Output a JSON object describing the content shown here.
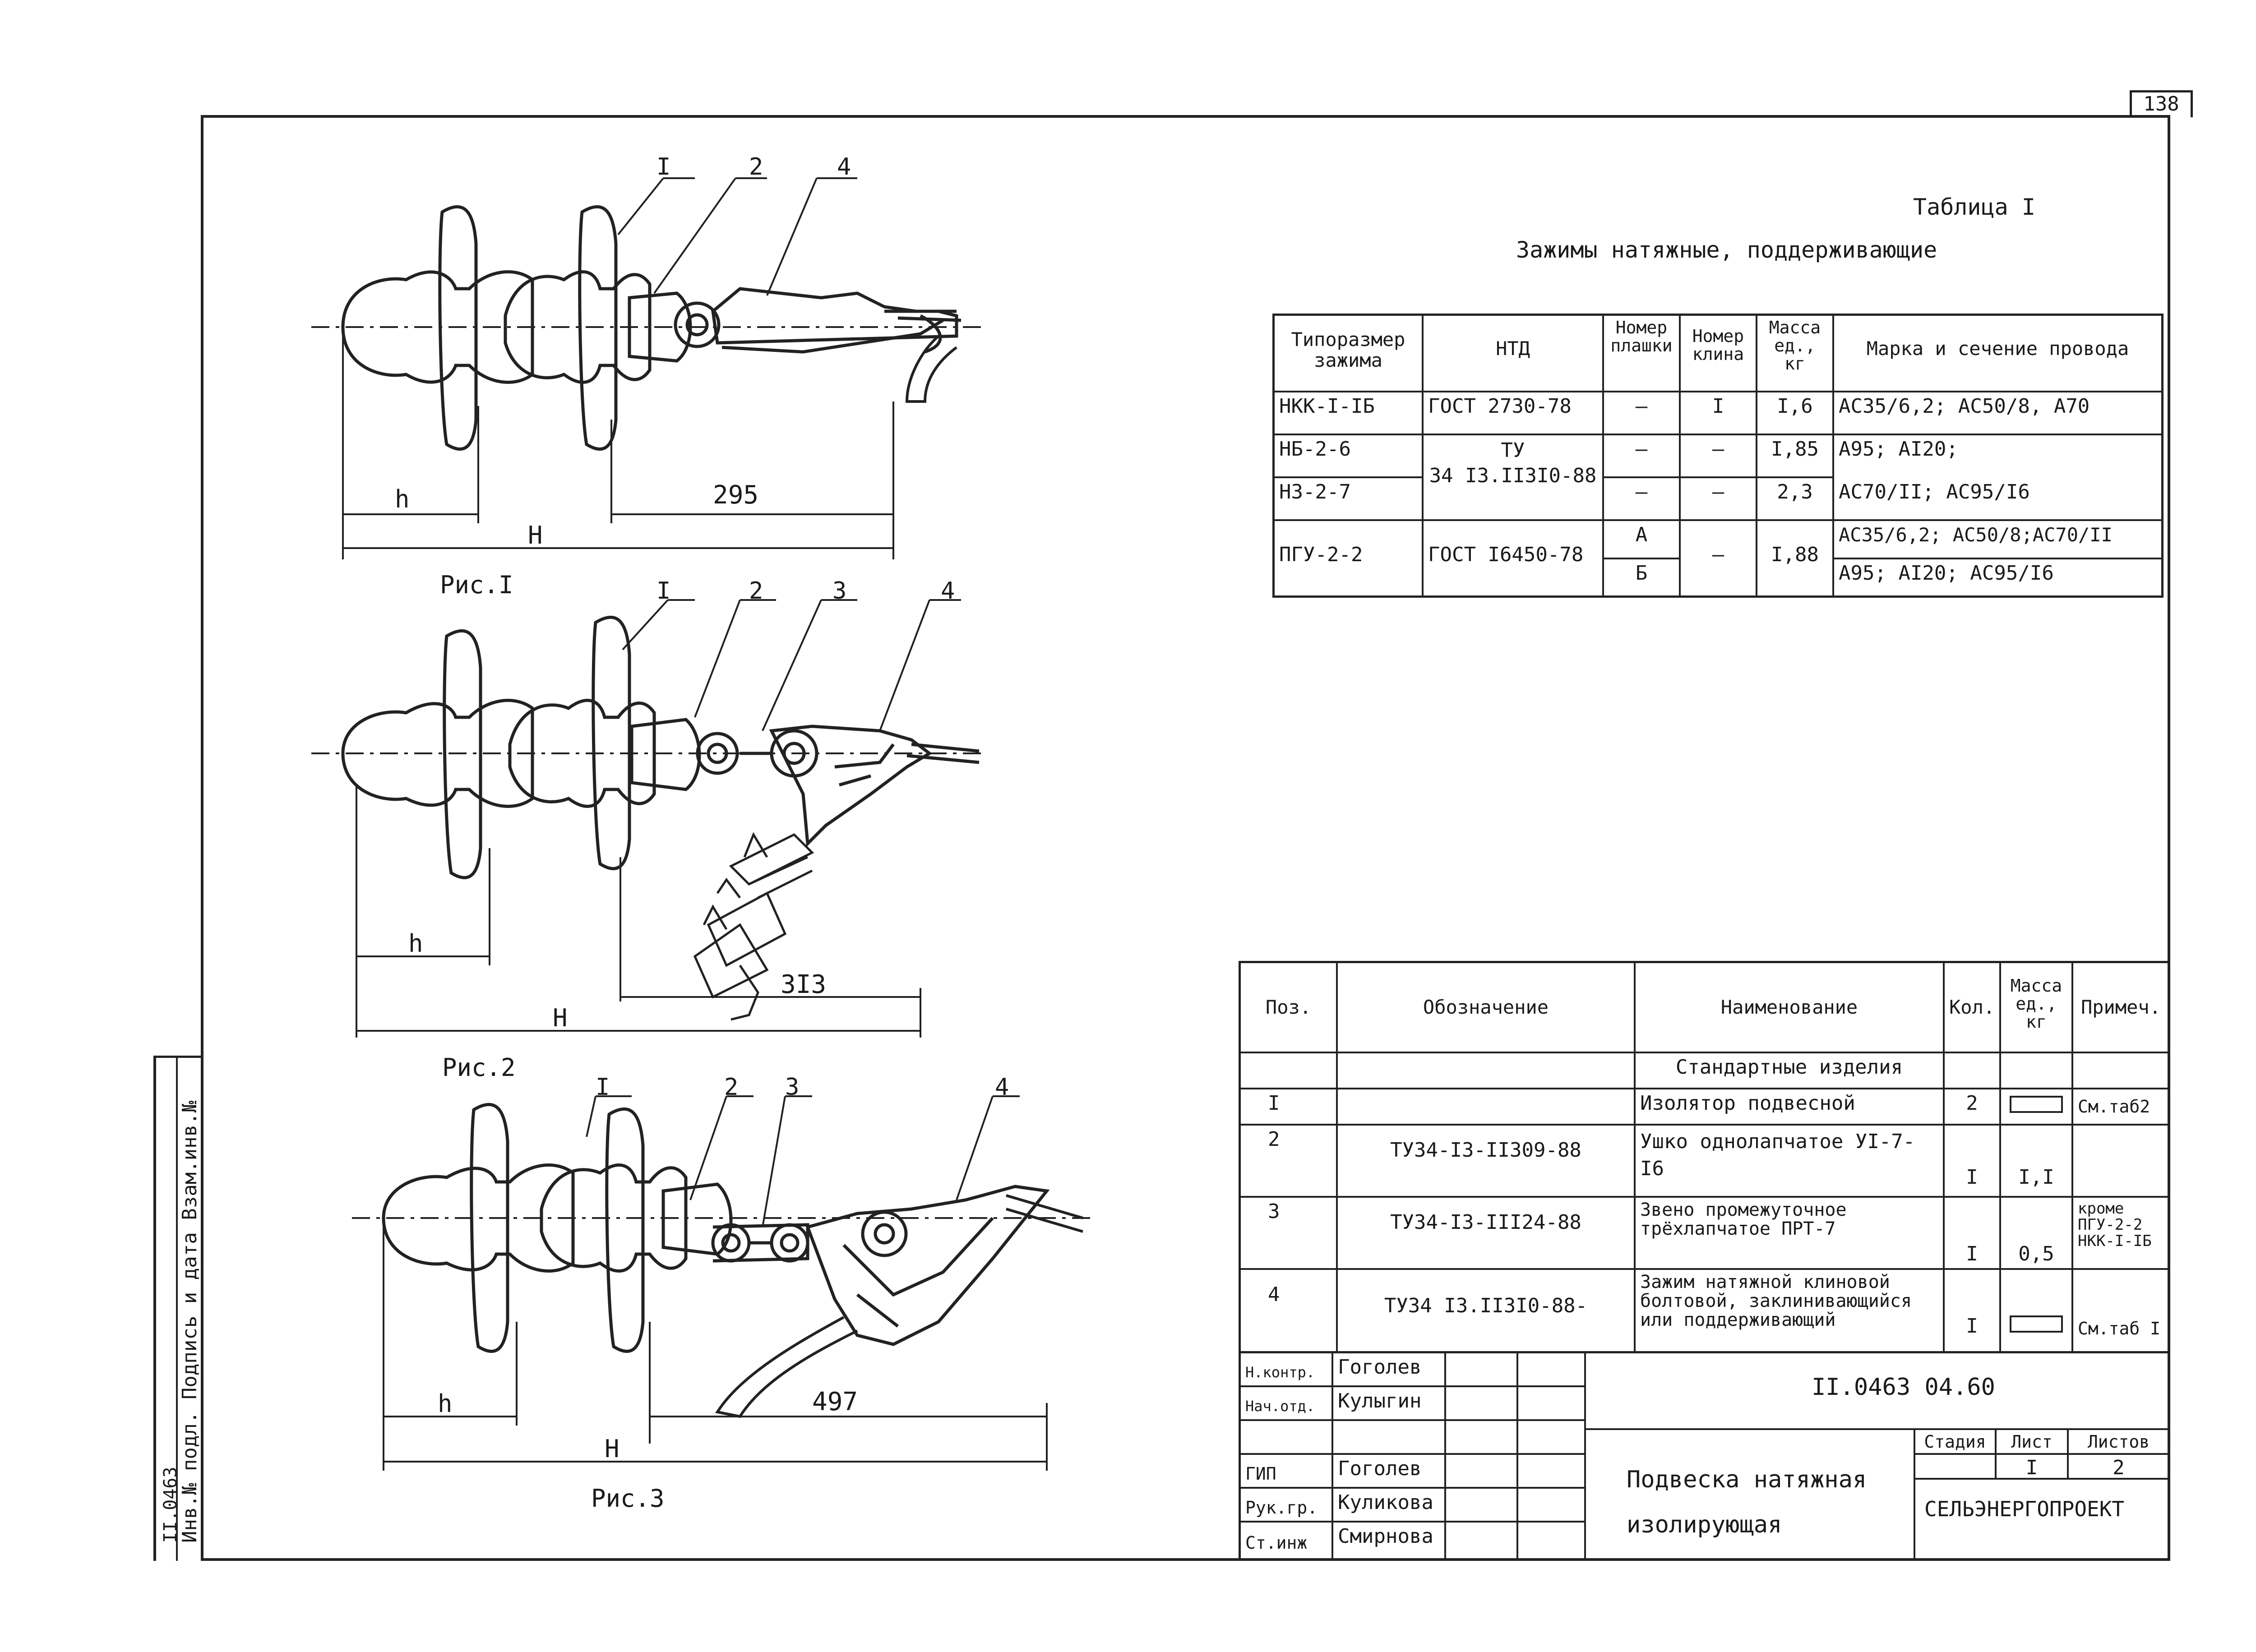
{
  "sheet_number": "138",
  "table1": {
    "title": "Таблица I",
    "caption": "Зажимы натяжные, поддерживающие",
    "headers": [
      "Типоразмер зажима",
      "НТД",
      "Номер плашки",
      "Номер клина",
      "Масса ед., кг",
      "Марка и сечение провода"
    ],
    "rows": [
      {
        "type": "НКК-I-IБ",
        "ntd": "ГОСТ 2730-78",
        "plate": "–",
        "wedge": "I",
        "mass": "I,6",
        "wire": "АС35/6,2; АС50/8, А70"
      },
      {
        "type": "НБ-2-6",
        "ntd": "ТУ",
        "plate": "–",
        "wedge": "–",
        "mass": "I,85",
        "wire": "А95; АI20;"
      },
      {
        "type": "НЗ-2-7",
        "ntd": "34 I3.II3I0-88",
        "plate": "–",
        "wedge": "–",
        "mass": "2,3",
        "wire": "АС70/II; АС95/I6"
      },
      {
        "type": "ПГУ-2-2",
        "ntd": "ГОСТ I6450-78",
        "plate": "А",
        "wedge": "–",
        "mass": "I,88",
        "wire": "АС35/6,2; АС50/8;АС70/II"
      },
      {
        "type": "",
        "ntd": "",
        "plate": "Б",
        "wedge": "",
        "mass": "",
        "wire": "А95; АI20; АС95/I6"
      }
    ]
  },
  "spec": {
    "headers": [
      "Поз.",
      "Обозначение",
      "Наименование",
      "Кол.",
      "Масса ед., кг",
      "Примеч."
    ],
    "section": "Стандартные изделия",
    "rows": [
      {
        "pos": "I",
        "designation": "",
        "name": "Изолятор подвесной",
        "qty": "2",
        "mass": "",
        "note": "См.таб2"
      },
      {
        "pos": "2",
        "designation": "ТУ34-I3-II309-88",
        "name": "Ушко однолапчатое УI-7-I6",
        "qty": "I",
        "mass": "I,I",
        "note": ""
      },
      {
        "pos": "3",
        "designation": "ТУ34-I3-III24-88",
        "name": "Звено промежуточное трёхлапчатое ПРТ-7",
        "qty": "I",
        "mass": "0,5",
        "note": "кроме ПГУ-2-2 НКК-I-IБ"
      },
      {
        "pos": "4",
        "designation": "ТУ34 I3.II3I0-88-",
        "name": "Зажим натяжной клиновой болтовой, заклинивающийся или поддерживающий",
        "qty": "I",
        "mass": "",
        "note": "См.таб I"
      }
    ]
  },
  "title_block": {
    "doc_code": "II.0463 04.60",
    "title_line1": "Подвеска натяжная",
    "title_line2": "изолирующая",
    "stage_label": "Стадия",
    "sheet_label": "Лист",
    "sheets_label": "Листов",
    "sheet": "I",
    "sheets": "2",
    "org": "СЕЛЬЭНЕРГОПРОЕКТ",
    "roles": [
      {
        "role": "Н.контр.",
        "name": "Гоголев"
      },
      {
        "role": "Нач.отд.",
        "name": "Кулыгин"
      },
      {
        "role": "ГИП",
        "name": "Гоголев"
      },
      {
        "role": "Рук.гр.",
        "name": "Куликова"
      },
      {
        "role": "Ст.инж",
        "name": "Смирнова"
      }
    ]
  },
  "figures": [
    {
      "caption": "Рис.I",
      "dim_h": "h",
      "dim_H": "H",
      "dim_len": "295",
      "labels": [
        "I",
        "2",
        "4"
      ]
    },
    {
      "caption": "Рис.2",
      "dim_h": "h",
      "dim_H": "H",
      "dim_len": "3I3",
      "labels": [
        "I",
        "2",
        "3",
        "4"
      ]
    },
    {
      "caption": "Рис.3",
      "dim_h": "h",
      "dim_H": "H",
      "dim_len": "497",
      "labels": [
        "I",
        "2",
        "3",
        "4"
      ]
    }
  ],
  "side_stamp": {
    "text": "Инв.№ подл. Подпись и дата Взам.инв.№",
    "inv": "II.0463"
  }
}
